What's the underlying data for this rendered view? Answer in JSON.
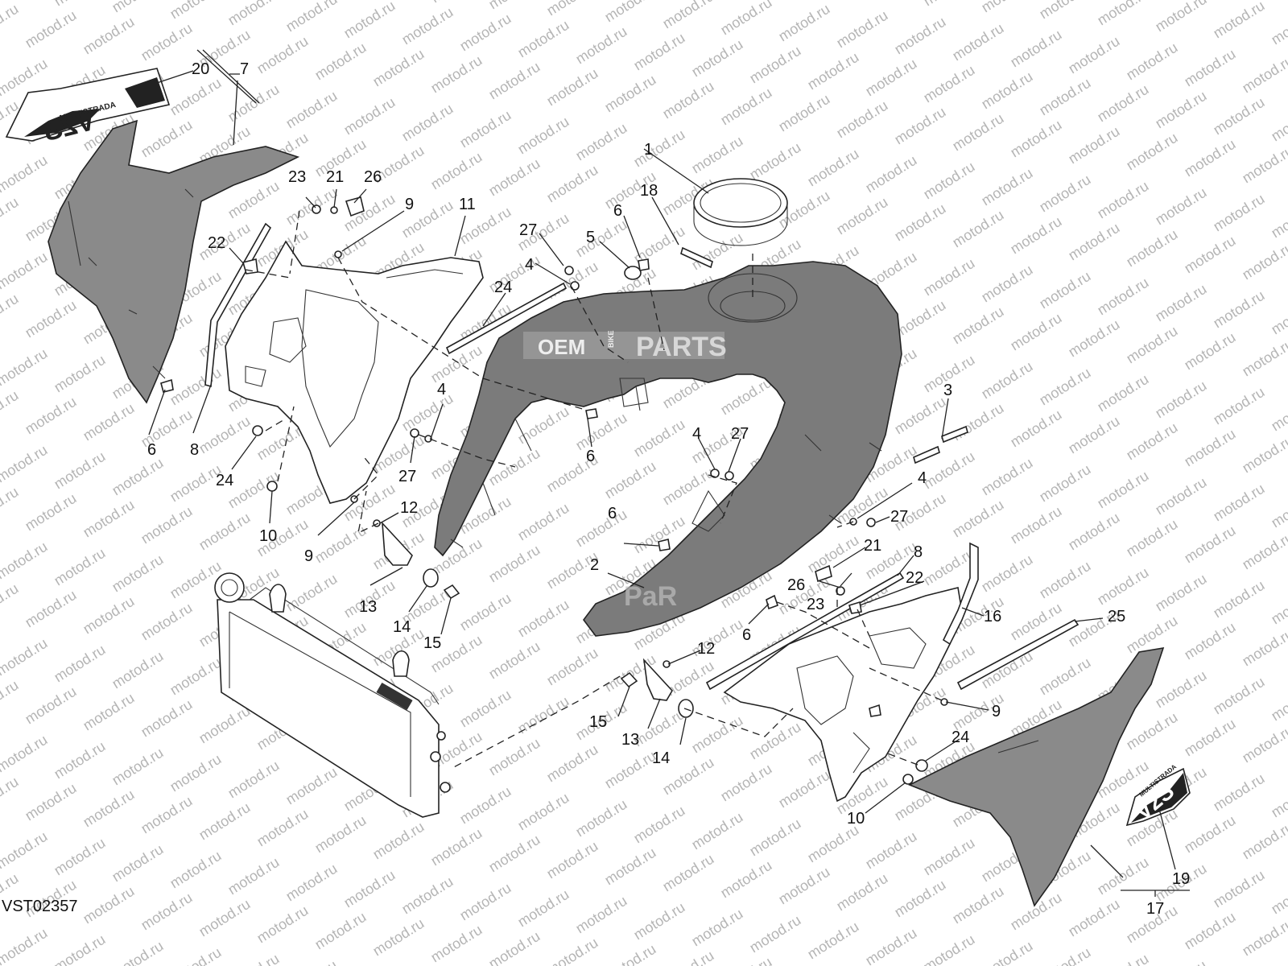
{
  "diagram": {
    "code": "VST02357",
    "watermark_text": "motod.ru",
    "overlay_logo": {
      "left": "OEM",
      "right": "PARTS",
      "middle": "BIKE",
      "lower_fragment": "PaR"
    },
    "decal_texts": {
      "left": "MULTISTRADA",
      "left_mark": "V2S",
      "right": "MULTISTRADA",
      "right_mark": "V2S"
    },
    "callouts": [
      {
        "id": "c1",
        "label": "1"
      },
      {
        "id": "c2",
        "label": "2"
      },
      {
        "id": "c3",
        "label": "3"
      },
      {
        "id": "c4a",
        "label": "4"
      },
      {
        "id": "c4b",
        "label": "4"
      },
      {
        "id": "c4c",
        "label": "4"
      },
      {
        "id": "c4d",
        "label": "4"
      },
      {
        "id": "c5",
        "label": "5"
      },
      {
        "id": "c6a",
        "label": "6"
      },
      {
        "id": "c6b",
        "label": "6"
      },
      {
        "id": "c6c",
        "label": "6"
      },
      {
        "id": "c6d",
        "label": "6"
      },
      {
        "id": "c6e",
        "label": "6"
      },
      {
        "id": "c7",
        "label": "7"
      },
      {
        "id": "c8a",
        "label": "8"
      },
      {
        "id": "c8b",
        "label": "8"
      },
      {
        "id": "c9a",
        "label": "9"
      },
      {
        "id": "c9b",
        "label": "9"
      },
      {
        "id": "c9c",
        "label": "9"
      },
      {
        "id": "c10a",
        "label": "10"
      },
      {
        "id": "c10b",
        "label": "10"
      },
      {
        "id": "c11",
        "label": "11"
      },
      {
        "id": "c12a",
        "label": "12"
      },
      {
        "id": "c12b",
        "label": "12"
      },
      {
        "id": "c13a",
        "label": "13"
      },
      {
        "id": "c13b",
        "label": "13"
      },
      {
        "id": "c14a",
        "label": "14"
      },
      {
        "id": "c14b",
        "label": "14"
      },
      {
        "id": "c15a",
        "label": "15"
      },
      {
        "id": "c15b",
        "label": "15"
      },
      {
        "id": "c16",
        "label": "16"
      },
      {
        "id": "c17",
        "label": "17"
      },
      {
        "id": "c18",
        "label": "18"
      },
      {
        "id": "c19",
        "label": "19"
      },
      {
        "id": "c20",
        "label": "20"
      },
      {
        "id": "c21a",
        "label": "21"
      },
      {
        "id": "c21b",
        "label": "21"
      },
      {
        "id": "c22a",
        "label": "22"
      },
      {
        "id": "c22b",
        "label": "22"
      },
      {
        "id": "c23a",
        "label": "23"
      },
      {
        "id": "c23b",
        "label": "23"
      },
      {
        "id": "c24a",
        "label": "24"
      },
      {
        "id": "c24b",
        "label": "24"
      },
      {
        "id": "c25a",
        "label": "25"
      },
      {
        "id": "c25b",
        "label": "25"
      },
      {
        "id": "c26a",
        "label": "26"
      },
      {
        "id": "c26b",
        "label": "26"
      },
      {
        "id": "c27a",
        "label": "27"
      },
      {
        "id": "c27b",
        "label": "27"
      },
      {
        "id": "c27c",
        "label": "27"
      },
      {
        "id": "c27d",
        "label": "27"
      }
    ]
  }
}
